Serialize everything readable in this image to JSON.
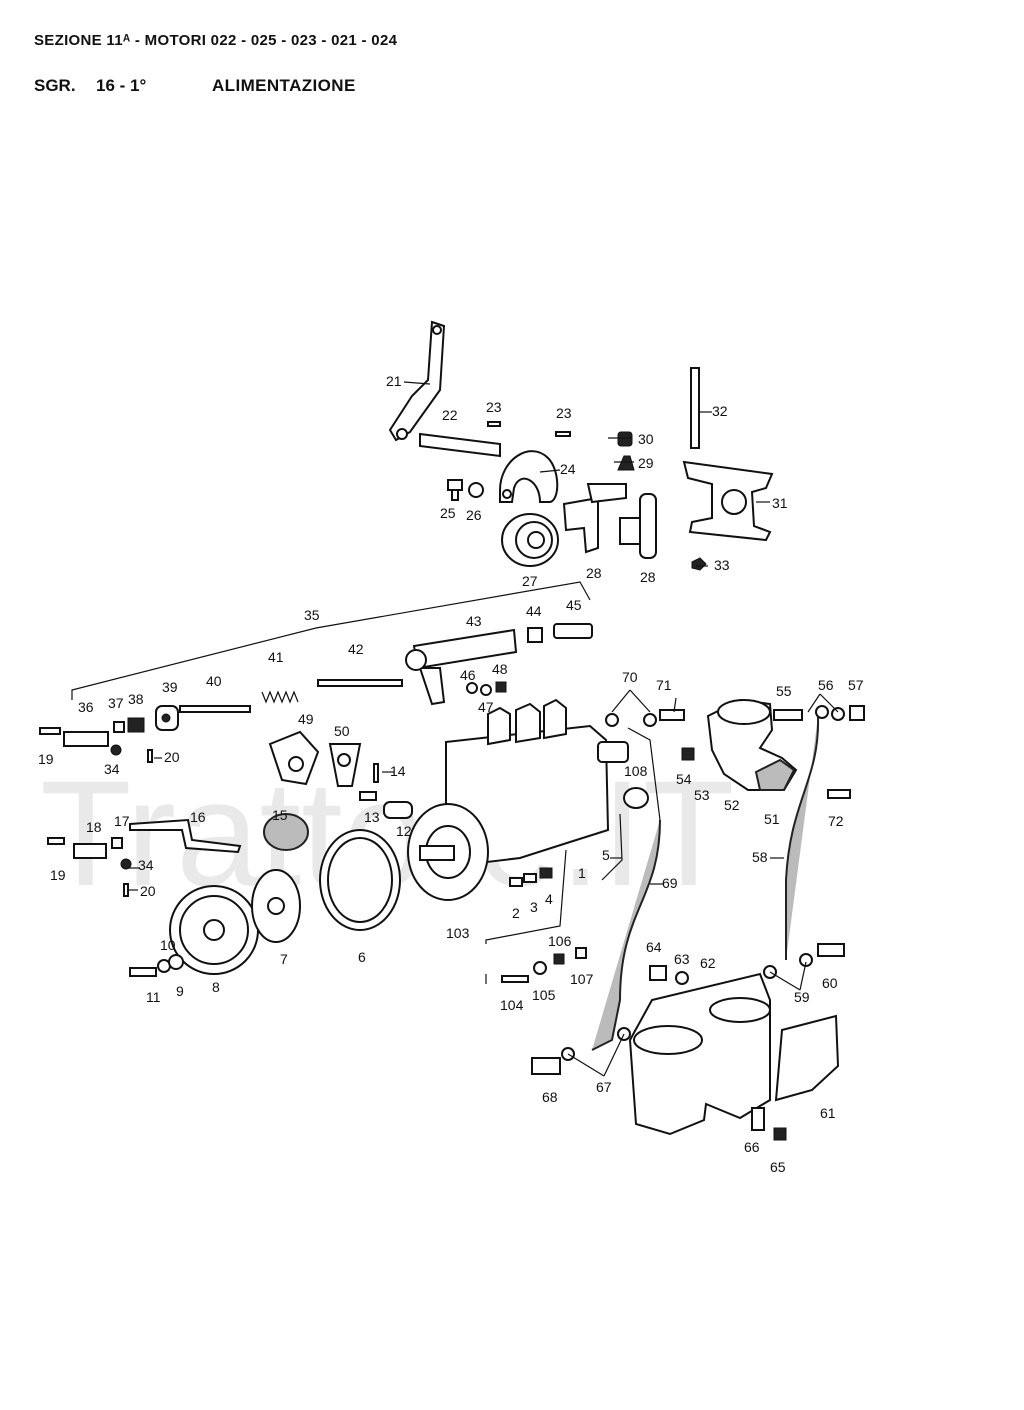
{
  "header": {
    "section_title": "SEZIONE 11ᴬ - MOTORI 022 - 025 - 023 - 021 - 024",
    "group_code": "SGR.",
    "group_number": "16 - 1°",
    "group_title": "ALIMENTAZIONE"
  },
  "watermark": "Trattore.IT",
  "callouts": [
    "1",
    "2",
    "3",
    "4",
    "5",
    "6",
    "7",
    "8",
    "9",
    "10",
    "11",
    "12",
    "13",
    "14",
    "15",
    "16",
    "17",
    "18",
    "19",
    "19",
    "20",
    "20",
    "21",
    "22",
    "23",
    "23",
    "24",
    "25",
    "26",
    "27",
    "28",
    "28",
    "29",
    "30",
    "31",
    "32",
    "33",
    "34",
    "34",
    "35",
    "36",
    "37",
    "38",
    "39",
    "40",
    "41",
    "42",
    "43",
    "44",
    "45",
    "46",
    "47",
    "48",
    "49",
    "50",
    "51",
    "52",
    "53",
    "54",
    "55",
    "56",
    "57",
    "58",
    "59",
    "60",
    "61",
    "62",
    "63",
    "64",
    "65",
    "66",
    "67",
    "68",
    "69",
    "70",
    "71",
    "72",
    "103",
    "104",
    "105",
    "106",
    "107",
    "108"
  ]
}
